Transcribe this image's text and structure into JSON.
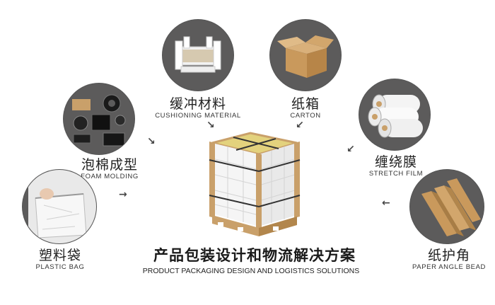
{
  "items": {
    "cushioning": {
      "cn": "缓冲材料",
      "en": "CUSHIONING MATERIAL",
      "icon": "foam-corner-protector-icon"
    },
    "carton": {
      "cn": "纸箱",
      "en": "CARTON",
      "icon": "carton-box-icon"
    },
    "foam_molding": {
      "cn": "泡棉成型",
      "en": "FOAM MOLDING",
      "icon": "foam-pieces-icon"
    },
    "stretch_film": {
      "cn": "缠绕膜",
      "en": "STRETCH FILM",
      "icon": "stretch-film-rolls-icon"
    },
    "plastic_bag": {
      "cn": "塑料袋",
      "en": "PLASTIC BAG",
      "icon": "plastic-bag-icon"
    },
    "paper_angle_bead": {
      "cn": "纸护角",
      "en": "PAPER ANGLE BEAD",
      "icon": "paper-angle-bead-icon"
    }
  },
  "title": {
    "cn": "产品包装设计和物流解决方案",
    "en": "PRODUCT PACKAGING DESIGN AND LOGISTICS SOLUTIONS"
  },
  "center": {
    "icon": "wrapped-pallet-icon"
  },
  "colors": {
    "circle": "#5c5b5b",
    "cardboard": "#c9a06a",
    "text": "#222222"
  }
}
